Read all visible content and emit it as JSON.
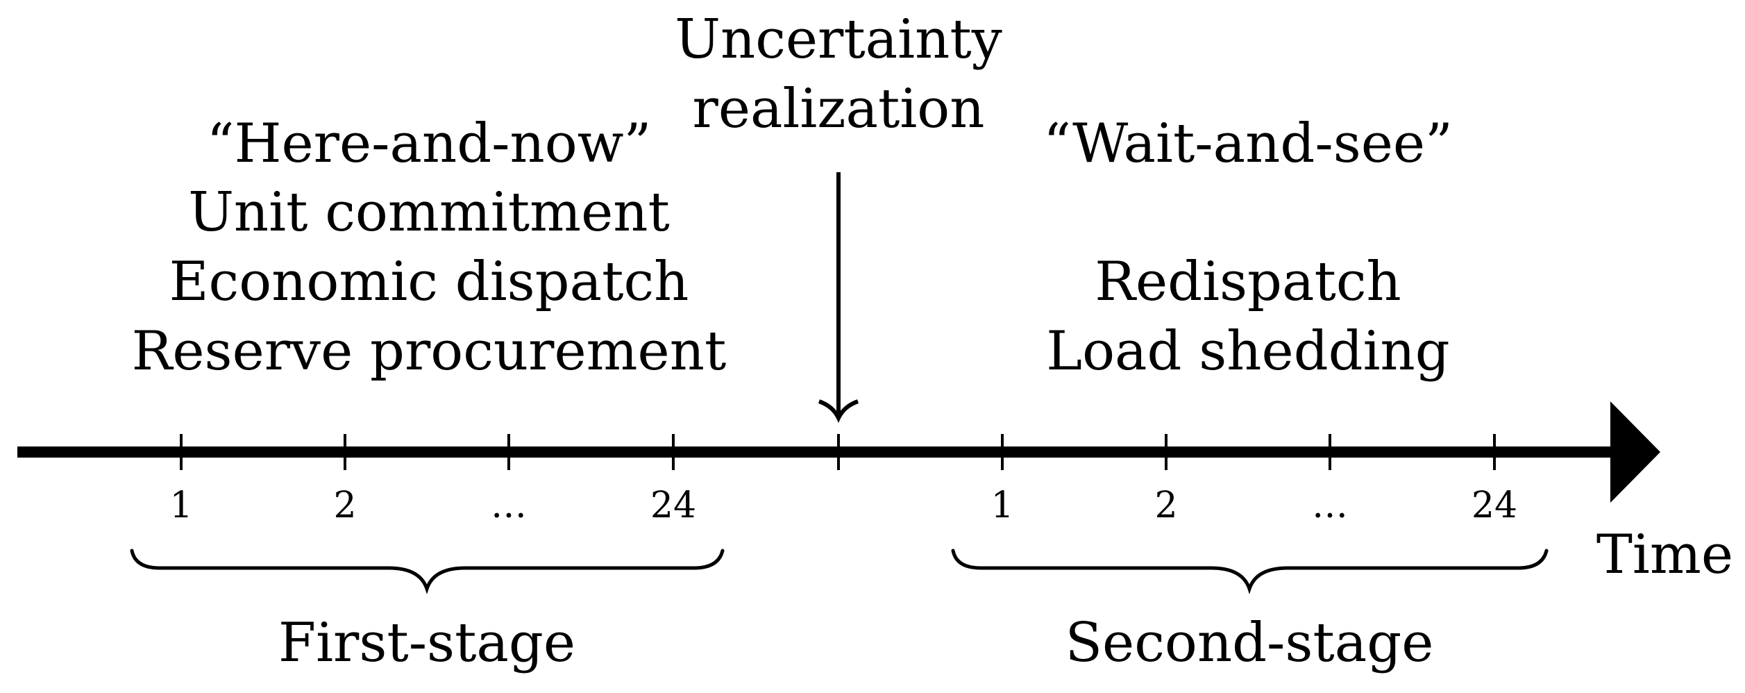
{
  "uncertainty": {
    "line1": "Uncertainty",
    "line2": "realization"
  },
  "first_stage": {
    "heading": "“Here-and-now”",
    "items": [
      "Unit commitment",
      "Economic dispatch",
      "Reserve procurement"
    ],
    "ticks": [
      "1",
      "2",
      "…",
      "24"
    ],
    "label": "First-stage"
  },
  "second_stage": {
    "heading": "“Wait-and-see”",
    "items": [
      "Redispatch",
      "Load shedding"
    ],
    "ticks": [
      "1",
      "2",
      "…",
      "24"
    ],
    "label": "Second-stage"
  },
  "axis": {
    "label": "Time"
  },
  "colors": {
    "ink": "#000000",
    "background": "#ffffff"
  }
}
